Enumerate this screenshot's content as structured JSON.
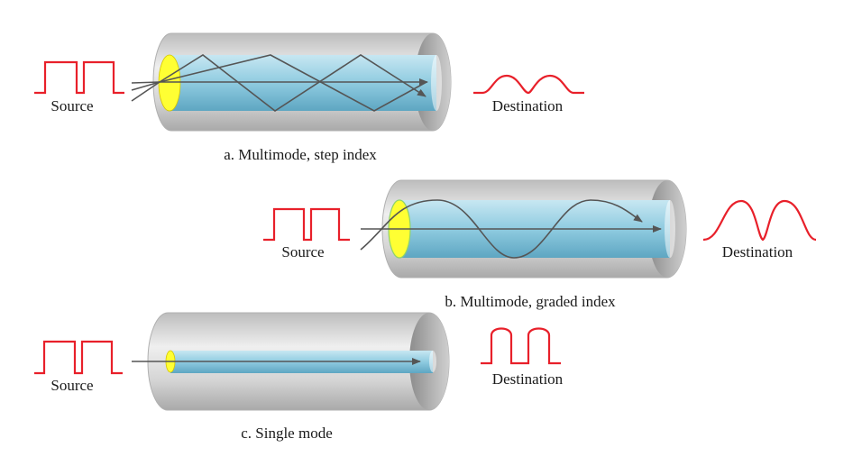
{
  "panels": [
    {
      "caption": "a. Multimode, step index",
      "source_label": "Source",
      "destination_label": "Destination",
      "mode": "multimode-step-index",
      "output_pulse": "dispersed"
    },
    {
      "caption": "b. Multimode, graded index",
      "source_label": "Source",
      "destination_label": "Destination",
      "mode": "multimode-graded-index",
      "output_pulse": "dispersed"
    },
    {
      "caption": "c. Single mode",
      "source_label": "Source",
      "destination_label": "Destination",
      "mode": "single-mode",
      "output_pulse": "preserved"
    }
  ],
  "colors": {
    "pulse": "#e8202a",
    "core": "#9fd3e6",
    "core_dark": "#63a9c4",
    "cladding": "#d6d6d6",
    "end_face": "#ffff33",
    "ray": "#555555"
  }
}
